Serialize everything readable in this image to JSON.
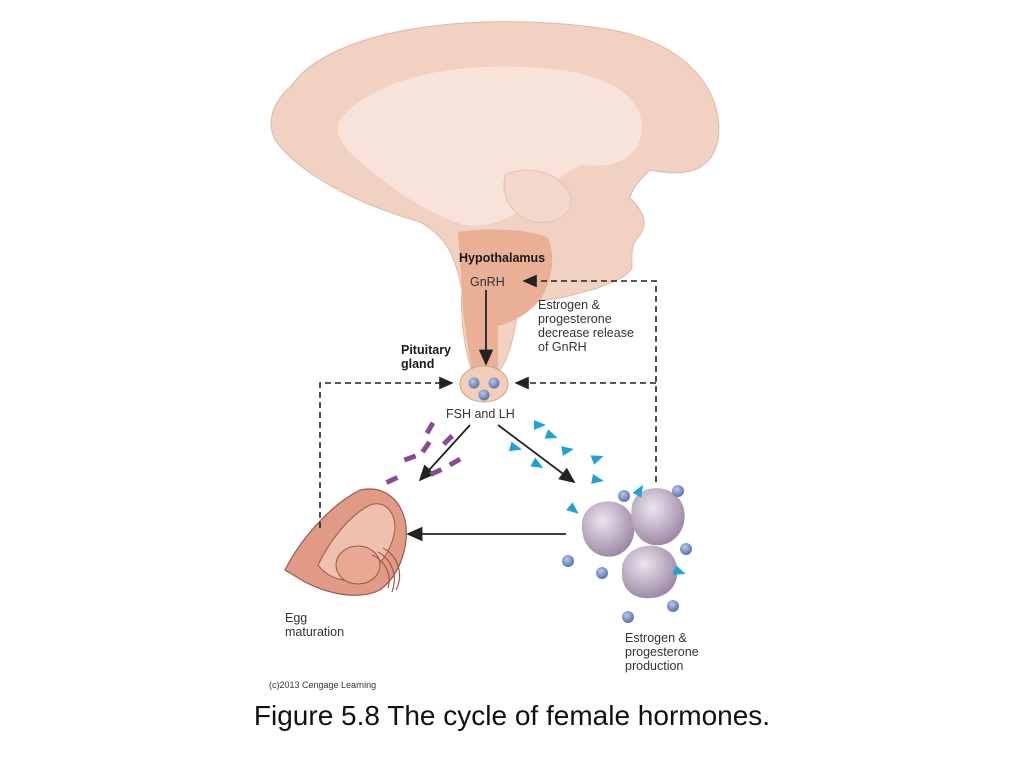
{
  "labels": {
    "hypothalamus": "Hypothalamus",
    "gnrh": "GnRH",
    "feedback_note": "Estrogen &\nprogesterone\ndecrease release\nof GnRH",
    "pituitary": "Pituitary\ngland",
    "fsh_lh": "FSH and LH",
    "egg": "Egg\nmaturation",
    "estrogen_production": "Estrogen &\nprogesterone\nproduction",
    "copyright": "(c)2013 Cengage Learning"
  },
  "caption": "Figure 5.8 The cycle of female hormones.",
  "colors": {
    "brain": "#f1d1c2",
    "brain_inner": "#f7e3d9",
    "hypothalamus": "#eab096",
    "hormone_dot": "#7f96c8",
    "fsh_marker": "#8a4a98",
    "lh_marker": "#1fa2d8",
    "follicle": "#b9a6bf",
    "uterus": "#e09a86",
    "arrow": "#222222"
  }
}
